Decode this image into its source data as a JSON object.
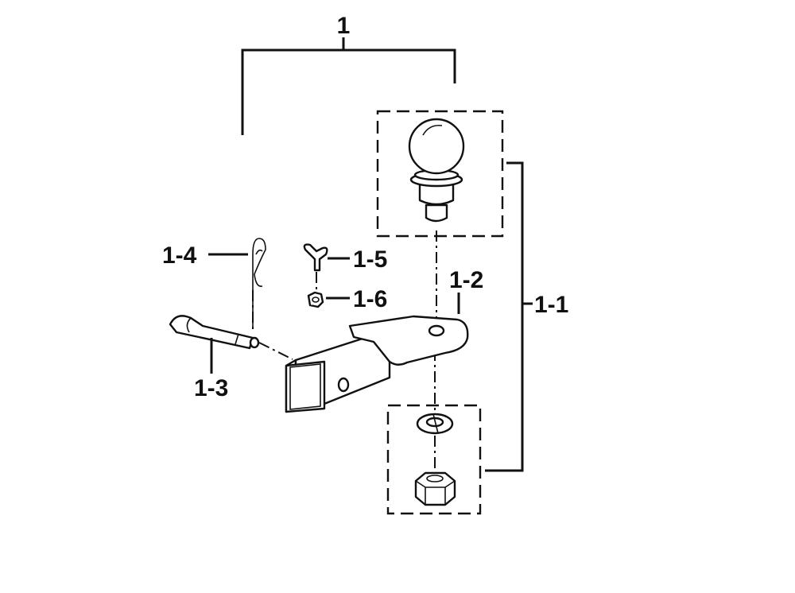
{
  "labels": {
    "assembly": "1",
    "ball_mount_kit": "1-1",
    "drawbar": "1-2",
    "hitch_pin": "1-3",
    "hairpin_clip": "1-4",
    "wing_bolt": "1-5",
    "nut_small": "1-6"
  }
}
